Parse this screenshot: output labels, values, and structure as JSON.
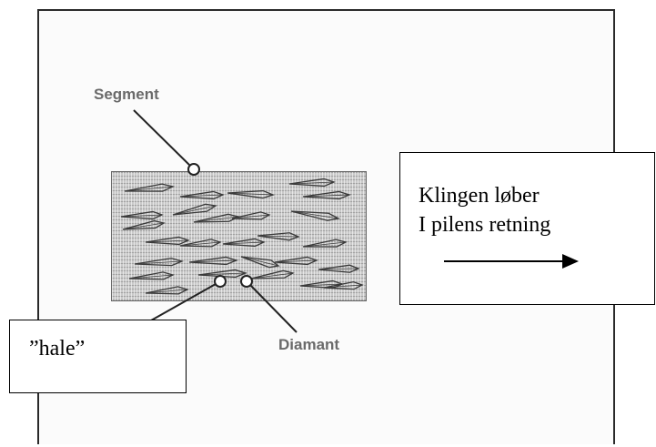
{
  "labels": {
    "segment": "Segment",
    "diamant": "Diamant",
    "hale": "”hale”"
  },
  "direction_box": {
    "line1": "Klingen løber",
    "line2": "I pilens retning"
  },
  "colors": {
    "segment_fill": "#c9c9c9",
    "diamond_stroke": "#3a3a3a",
    "label_gray": "#6a6a6a",
    "frame": "#2a2a2a"
  }
}
